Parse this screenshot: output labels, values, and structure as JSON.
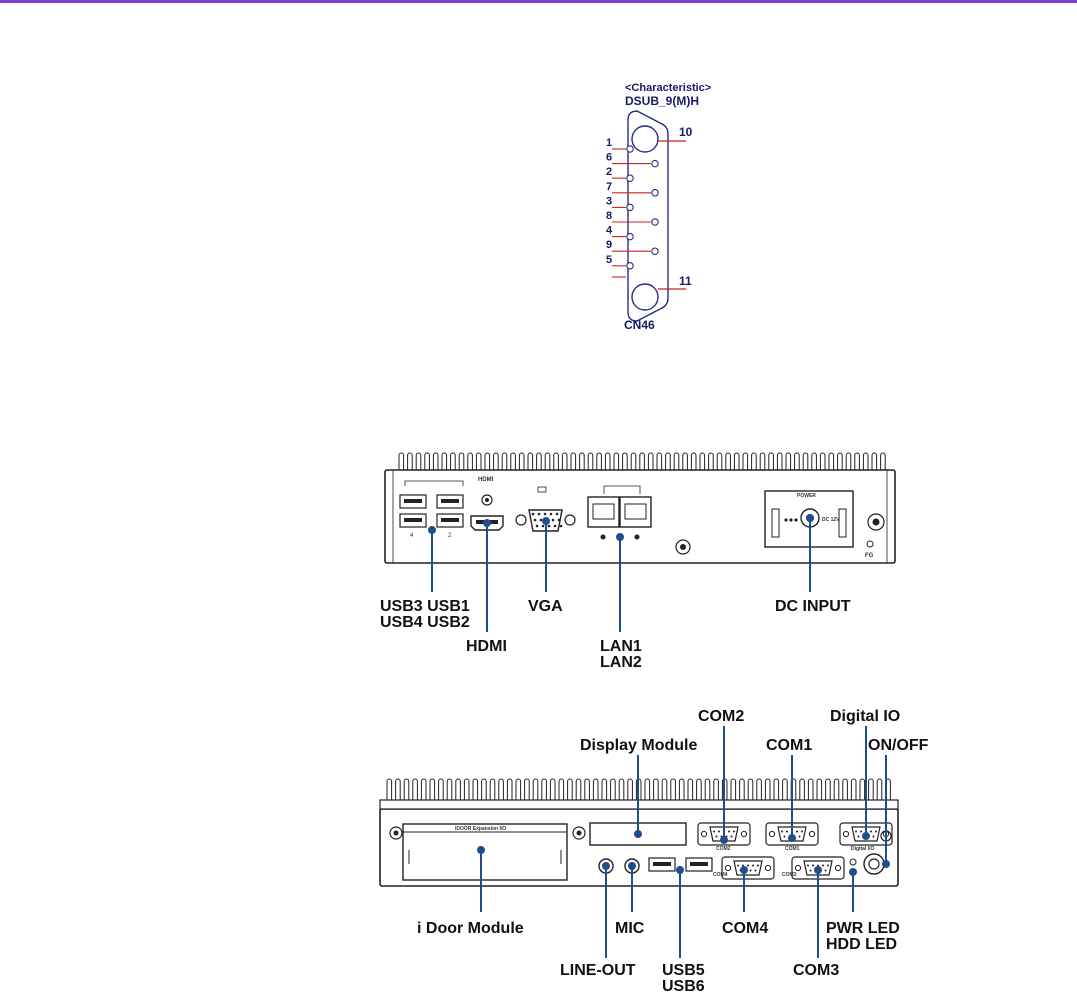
{
  "colors": {
    "accent_bar": "#7b3fd6",
    "callout": "#1f4e8c",
    "schematic": "#2a2a8a",
    "pin_line": "#cc2222"
  },
  "schematic": {
    "header": "<Characteristic>",
    "part": "DSUB_9(M)H",
    "ref": "CN46",
    "pins_left": [
      "1",
      "6",
      "2",
      "7",
      "3",
      "8",
      "4",
      "9",
      "5"
    ],
    "pin_top": "10",
    "pin_bottom": "11"
  },
  "rear_panel": {
    "hdmi_mark": "HDMI",
    "power_mark": "POWER",
    "dc_mark": "DC 12V",
    "usb_num_left": "4",
    "usb_num_right": "2",
    "fg_mark": "FG",
    "callouts": {
      "usb_line1": "USB3 USB1",
      "usb_line2": "USB4 USB2",
      "hdmi": "HDMI",
      "vga": "VGA",
      "lan1": "LAN1",
      "lan2": "LAN2",
      "dc_input": "DC INPUT"
    }
  },
  "front_panel": {
    "idoor_mark": "IDOOR Expansion I/O",
    "com2_mark": "COM2",
    "com1_mark": "COM1",
    "com4_mark": "COM4",
    "com3_mark": "COM3",
    "digital_mark": "Digital I/O",
    "callouts": {
      "com2": "COM2",
      "digital_io": "Digital IO",
      "display_module": "Display Module",
      "com1": "COM1",
      "on_off": "ON/OFF",
      "idoor_module": "i Door Module",
      "mic": "MIC",
      "com4": "COM4",
      "pwr_led": "PWR LED",
      "hdd_led": "HDD LED",
      "line_out": "LINE-OUT",
      "usb5": "USB5",
      "usb6": "USB6",
      "com3": "COM3"
    }
  }
}
